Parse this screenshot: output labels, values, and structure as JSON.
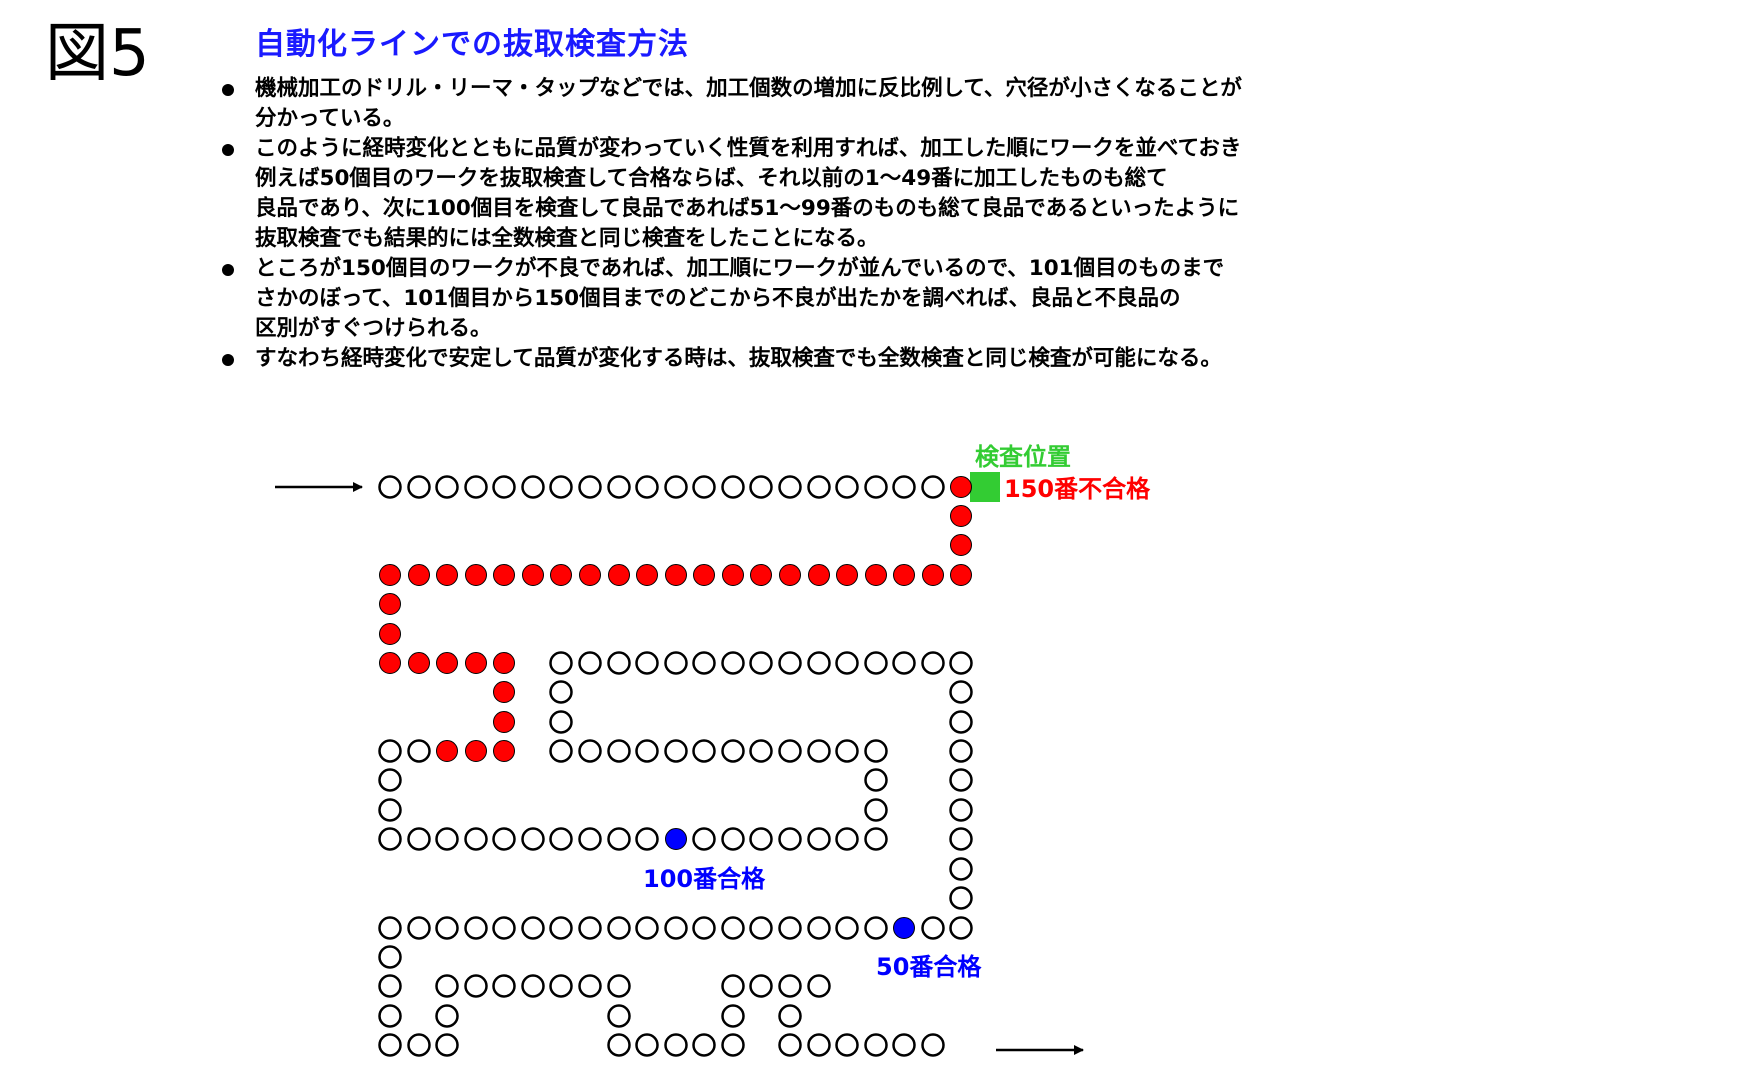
{
  "figure_label": "図5",
  "title": "自動化ラインでの抜取検査方法",
  "bullets": [
    {
      "lines": [
        "機械加工のドリル・リーマ・タップなどでは、加工個数の増加に反比例して、穴径が小さくなることが",
        "分かっている。"
      ]
    },
    {
      "lines": [
        "このように経時変化とともに品質が変わっていく性質を利用すれば、加工した順にワークを並べておき",
        "例えば50個目のワークを抜取検査して合格ならば、それ以前の1～49番に加工したものも総て",
        "良品であり、次に100個目を検査して良品であれば51～99番のものも総て良品であるといったように",
        "抜取検査でも結果的には全数検査と同じ検査をしたことになる。"
      ]
    },
    {
      "lines": [
        "ところが150個目のワークが不良であれば、加工順にワークが並んでいるので、101個目のものまで",
        "さかのぼって、101個目から150個目までのどこから不良が出たかを調べれば、良品と不良品の",
        "区別がすぐつけられる。"
      ]
    },
    {
      "lines": [
        "すなわち経時変化で安定して品質が変化する時は、抜取検査でも全数検査と同じ検査が可能になる。"
      ]
    }
  ],
  "diagram": {
    "labels": {
      "inspection_position": "検査位置",
      "no150": "150番不合格",
      "no100": "100番合格",
      "no50": "50番合格"
    },
    "colors": {
      "title": "#1a1aff",
      "defect": "#ff0000",
      "pass": "#0000ff",
      "inspection": "#33cc33",
      "empty": "#000000"
    }
  }
}
